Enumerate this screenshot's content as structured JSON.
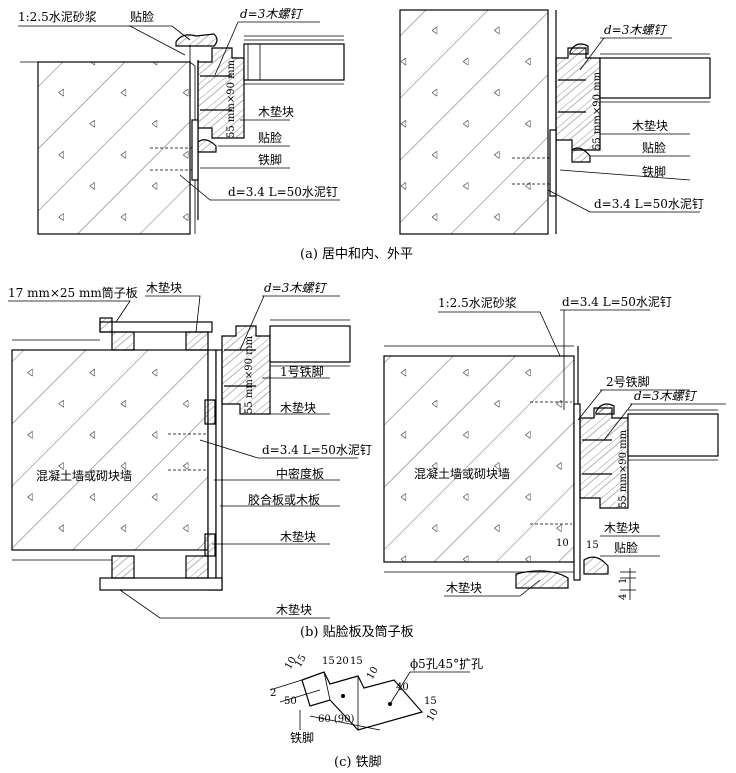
{
  "figure_a": {
    "caption": "(a) 居中和内、外平",
    "left": {
      "label_mortar": "1:2.5水泥砂浆",
      "label_trim_top": "贴脸",
      "label_screw": "d=3木螺钉",
      "label_dim": "55 mm×90 mm",
      "label_block": "木垫块",
      "label_trim": "贴脸",
      "label_foot": "铁脚",
      "label_nail": "d=3.4  L=50水泥钉"
    },
    "right": {
      "label_screw": "d=3木螺钉",
      "label_dim": "55 mm×90 mm",
      "label_block": "木垫块",
      "label_trim": "贴脸",
      "label_foot": "铁脚",
      "label_nail": "d=3.4  L=50水泥钉"
    }
  },
  "figure_b": {
    "caption": "(b) 贴脸板及筒子板",
    "left": {
      "label_board": "17 mm×25 mm筒子板",
      "label_block_top": "木垫块",
      "label_screw": "d=3木螺钉",
      "label_dim": "55 mm×90 mm",
      "label_foot1": "1号铁脚",
      "label_block": "木垫块",
      "label_nail": "d=3.4  L=50水泥钉",
      "label_wall": "混凝土墙或砌块墙",
      "label_mdf": "中密度板",
      "label_ply": "胶合板或木板",
      "label_block2": "木垫块",
      "label_block3": "木垫块"
    },
    "right": {
      "label_mortar": "1:2.5水泥砂浆",
      "label_nail": "d=3.4  L=50水泥钉",
      "label_foot2": "2号铁脚",
      "label_screw": "d=3木螺钉",
      "label_wall": "混凝土墙或砌块墙",
      "label_dim": "55 mm×90 mm",
      "label_block": "木垫块",
      "label_trim": "贴脸",
      "label_block2": "木垫块",
      "dim_10": "10",
      "dim_15": "15",
      "dim_4": "4",
      "dim_1": "1"
    }
  },
  "figure_c": {
    "caption": "(c) 铁脚",
    "label_hole": "ϕ5孔45°扩孔",
    "label_foot": "铁脚",
    "dims": {
      "d2": "2",
      "d10a": "10",
      "d15a": "15",
      "d15b": "15",
      "d20": "20",
      "d15c": "15",
      "d10b": "10",
      "d50": "50",
      "d40": "40",
      "d15d": "15",
      "d10c": "10",
      "d60": "60 (90)"
    }
  }
}
